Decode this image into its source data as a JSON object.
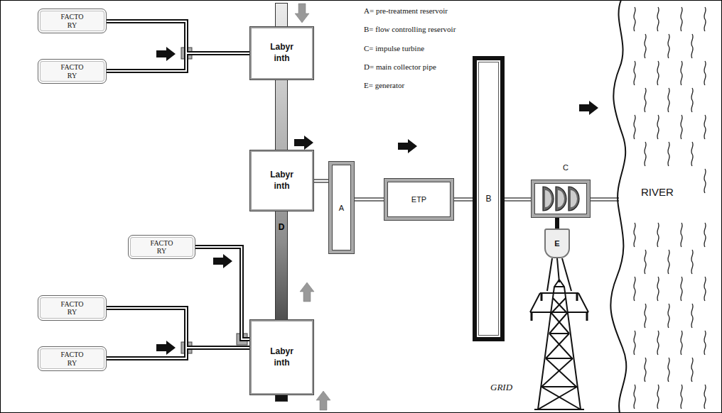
{
  "diagram": {
    "nodes": [
      {
        "text": [
          "FACTO RY"
        ]
      },
      {
        "text": [
          "FACTO RY"
        ]
      },
      {
        "text": [
          "D"
        ]
      },
      {
        "text": [
          "Labyr inth"
        ]
      },
      {
        "text": [
          "Labyr inth"
        ]
      },
      {
        "text": [
          "A"
        ]
      },
      {
        "text": [
          "ETP"
        ]
      },
      {
        "text": [
          "B"
        ]
      },
      {
        "text": [
          "C"
        ]
      },
      {
        "text": [
          "E"
        ]
      },
      {
        "text": [
          "FACTO RY"
        ]
      },
      {
        "text": [
          "FACTO RY"
        ]
      },
      {
        "text": [
          "Labyr inth"
        ]
      },
      {
        "text": [
          "FACTO RY"
        ]
      }
    ],
    "edges": [
      {
        "from": 0,
        "to": 3,
        "arrow": "none"
      },
      {
        "from": 1,
        "to": 3,
        "arrow": "none"
      },
      {
        "from": 4,
        "to": 5,
        "arrow": "none"
      },
      {
        "from": 5,
        "to": 6,
        "arrow": "none"
      },
      {
        "from": 6,
        "to": 7,
        "arrow": "none"
      },
      {
        "from": 7,
        "to": 8,
        "arrow": "none"
      },
      {
        "from": 8,
        "to": 9,
        "arrow": "none"
      },
      {
        "from": 10,
        "to": 12,
        "arrow": "none"
      },
      {
        "from": 11,
        "to": 12,
        "arrow": "none"
      },
      {
        "from": 13,
        "to": 12,
        "arrow": "none"
      }
    ],
    "labels": [
      "A= pre-treatment reservoir",
      "B= flow controlling reservoir",
      "C= impulse turbine",
      "D= main collector pipe",
      "E= generator",
      "RIVER",
      "GRID"
    ]
  }
}
